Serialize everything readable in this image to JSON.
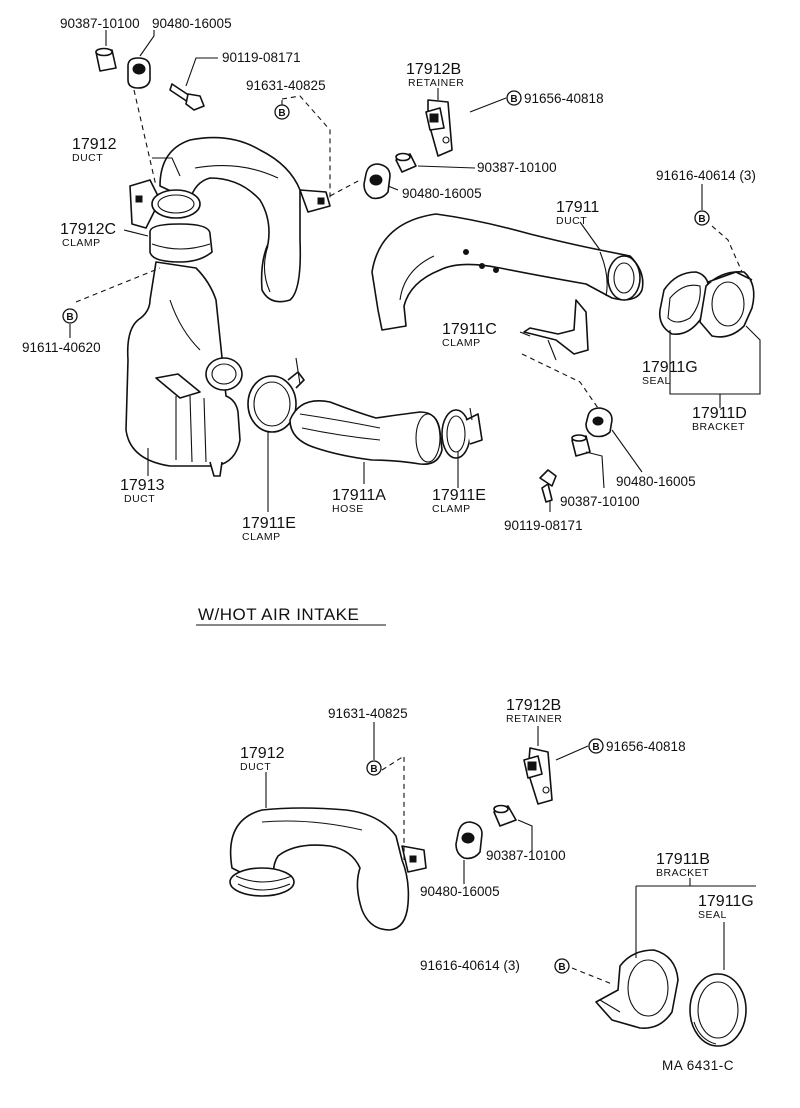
{
  "labels": {
    "p_90387_a": "90387-10100",
    "p_90480_a": "90480-16005",
    "p_90119_a": "90119-08171",
    "p_91631_a": "91631-40825",
    "p_17912b_num": "17912B",
    "p_17912b_sub": "RETAINER",
    "p_91656_a": "91656-40818",
    "p_17912_num": "17912",
    "p_17912_sub": "DUCT",
    "p_90387_b": "90387-10100",
    "p_90480_b": "90480-16005",
    "p_91616_a": "91616-40614 (3)",
    "p_17912c_num": "17912C",
    "p_17912c_sub": "CLAMP",
    "p_17911_num": "17911",
    "p_17911_sub": "DUCT",
    "p_91611": "91611-40620",
    "p_17911c_num": "17911C",
    "p_17911c_sub": "CLAMP",
    "p_17911g_num": "17911G",
    "p_17911g_sub": "SEAL",
    "p_17911d_num": "17911D",
    "p_17911d_sub": "BRACKET",
    "p_90480_c": "90480-16005",
    "p_17913_num": "17913",
    "p_17913_sub": "DUCT",
    "p_17911a_num": "17911A",
    "p_17911a_sub": "HOSE",
    "p_17911e_r_num": "17911E",
    "p_17911e_r_sub": "CLAMP",
    "p_90387_c": "90387-10100",
    "p_17911e_l_num": "17911E",
    "p_17911e_l_sub": "CLAMP",
    "p_90119_b": "90119-08171",
    "section_title": "W/HOT  AIR  INTAKE",
    "b_91631": "91631-40825",
    "b_17912b_num": "17912B",
    "b_17912b_sub": "RETAINER",
    "b_91656": "91656-40818",
    "b_17912_num": "17912",
    "b_17912_sub": "DUCT",
    "b_90387": "90387-10100",
    "b_90480": "90480-16005",
    "b_17911b_num": "17911B",
    "b_17911b_sub": "BRACKET",
    "b_17911g_num": "17911G",
    "b_17911g_sub": "SEAL",
    "b_91616": "91616-40614 (3)",
    "diagram_code": "MA  6431-C"
  },
  "symbols": {
    "b_symbol": "B"
  },
  "colors": {
    "ink": "#111111",
    "paper": "#ffffff"
  }
}
